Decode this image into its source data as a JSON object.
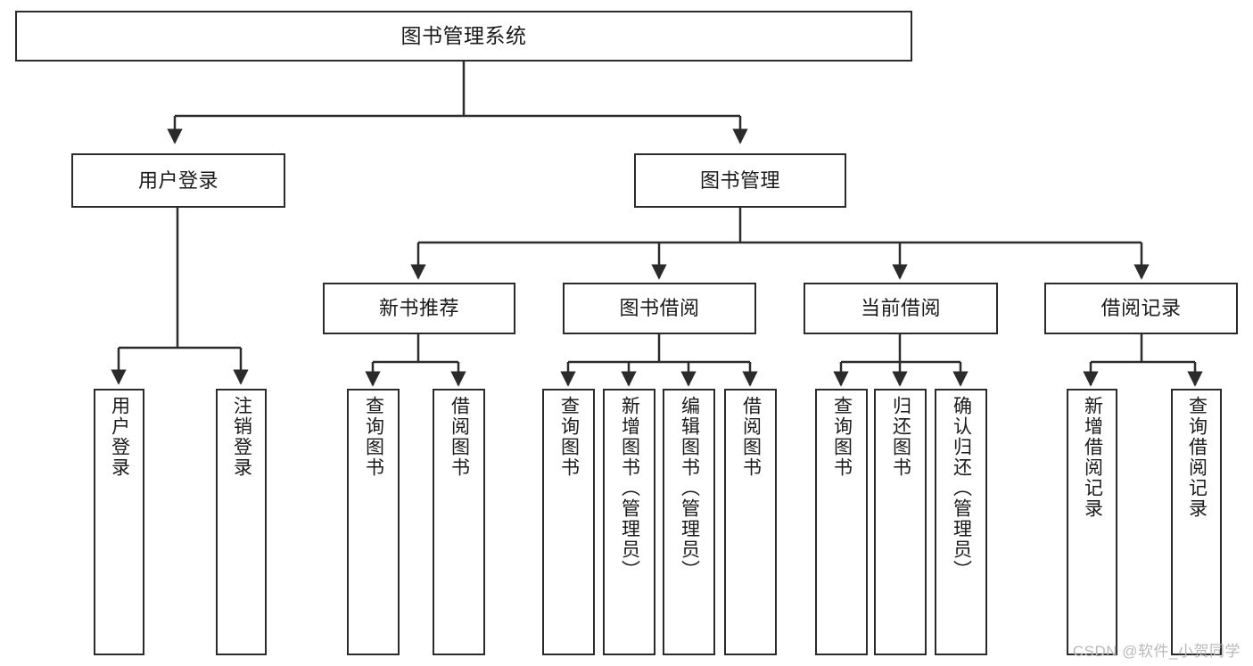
{
  "diagram": {
    "title": "图书管理系统",
    "type": "tree-hierarchy-diagram",
    "stroke_color": "#2b2b2b",
    "fill_color": "#ffffff",
    "text_color": "#1a1a1a",
    "root": {
      "label": "图书管理系统"
    },
    "level2": [
      {
        "label": "用户登录"
      },
      {
        "label": "图书管理"
      }
    ],
    "level3": [
      {
        "label": "新书推荐"
      },
      {
        "label": "图书借阅"
      },
      {
        "label": "当前借阅"
      },
      {
        "label": "借阅记录"
      }
    ],
    "leaves": {
      "user_login": [
        {
          "label": "用户登录"
        },
        {
          "label": "注销登录"
        }
      ],
      "new_book_recommend": [
        {
          "label": "查询图书"
        },
        {
          "label": "借阅图书"
        }
      ],
      "book_borrow": [
        {
          "label": "查询图书"
        },
        {
          "label": "新增图书（管理员）"
        },
        {
          "label": "编辑图书（管理员）"
        },
        {
          "label": "借阅图书"
        }
      ],
      "current_borrow": [
        {
          "label": "查询图书"
        },
        {
          "label": "归还图书"
        },
        {
          "label": "确认归还（管理员）"
        }
      ],
      "borrow_record": [
        {
          "label": "新增借阅记录"
        },
        {
          "label": "查询借阅记录"
        }
      ]
    }
  },
  "watermark": {
    "text": "CSDN @软件_小贺同学"
  }
}
